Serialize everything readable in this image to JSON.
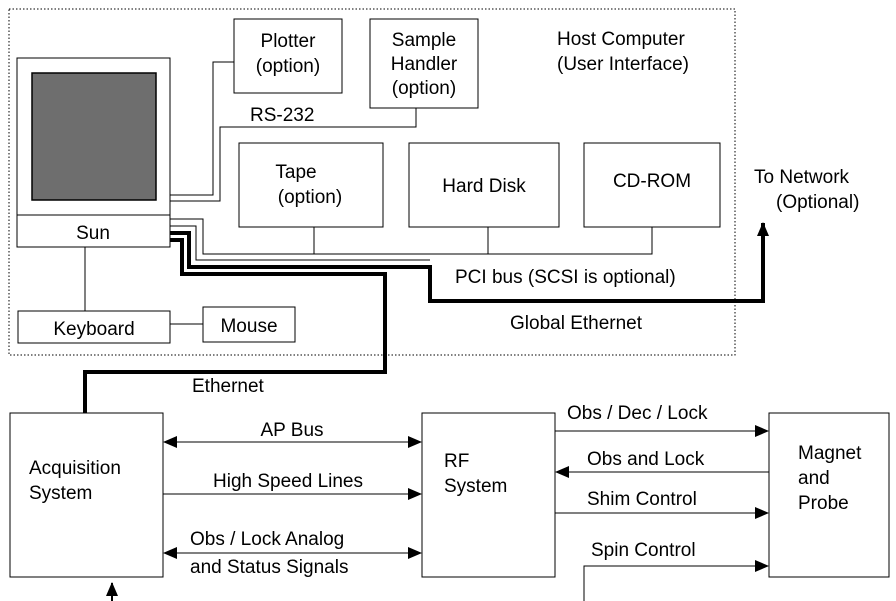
{
  "host": {
    "label_line1": "Host Computer",
    "label_line2": "(User Interface)",
    "computer_label": "Sun",
    "keyboard": "Keyboard",
    "mouse": "Mouse",
    "plotter_line1": "Plotter",
    "plotter_line2": "(option)",
    "sample_line1": "Sample",
    "sample_line2": "Handler",
    "sample_line3": "(option)",
    "rs232": "RS-232",
    "tape_line1": "Tape",
    "tape_line2": "(option)",
    "hard_disk": "Hard Disk",
    "cdrom": "CD-ROM",
    "pci_bus": "PCI bus (SCSI is optional)",
    "global_ethernet": "Global Ethernet"
  },
  "network": {
    "line1": "To Network",
    "line2": "(Optional)"
  },
  "ethernet": "Ethernet",
  "acquisition": {
    "line1": "Acquisition",
    "line2": "System"
  },
  "rf": {
    "line1": "RF",
    "line2": "System"
  },
  "magnet": {
    "line1": "Magnet",
    "line2": "and",
    "line3": "Probe"
  },
  "links": {
    "ap_bus": "AP Bus",
    "high_speed": "High Speed Lines",
    "obs_lock_line1": "Obs / Lock Analog",
    "obs_lock_line2": "and Status Signals",
    "obs_dec_lock": "Obs / Dec / Lock",
    "obs_and_lock": "Obs and Lock",
    "shim_control": "Shim Control",
    "spin_control": "Spin Control"
  }
}
